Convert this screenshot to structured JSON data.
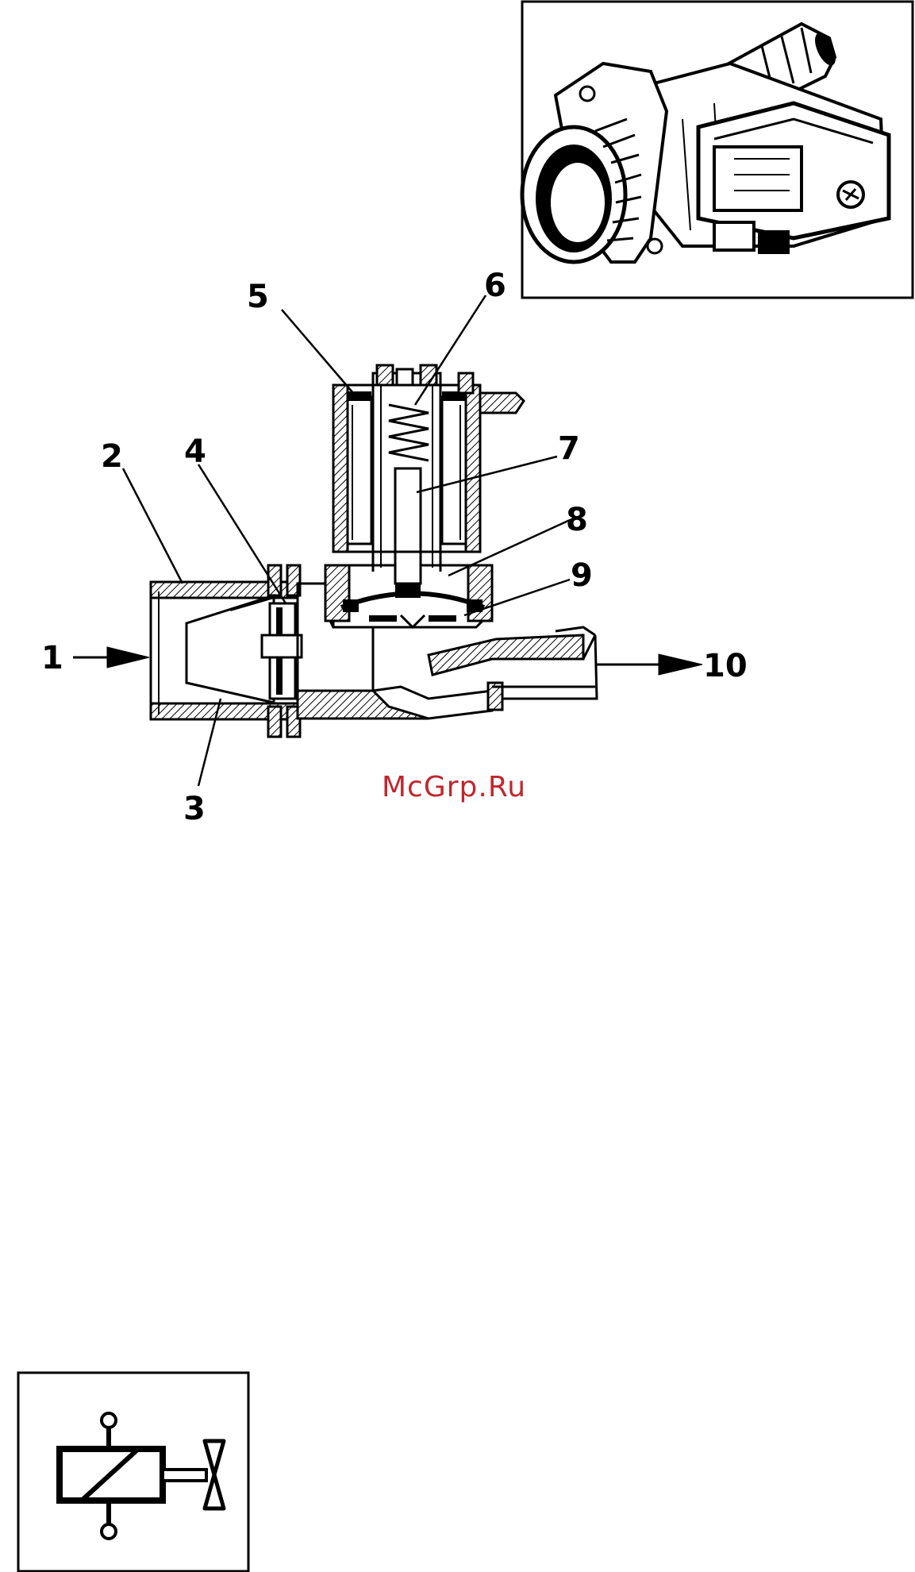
{
  "diagram": {
    "callouts": [
      "1",
      "2",
      "3",
      "4",
      "5",
      "6",
      "7",
      "8",
      "9",
      "10"
    ],
    "watermark": "McGrp.Ru"
  },
  "icons": {
    "photo": "solenoid-valve-photo-icon",
    "cutaway": "solenoid-valve-cutaway-icon",
    "symbol": "solenoid-valve-symbol-icon"
  },
  "colors": {
    "ink": "#000000",
    "paper": "#ffffff",
    "watermark": "#c0272d"
  }
}
